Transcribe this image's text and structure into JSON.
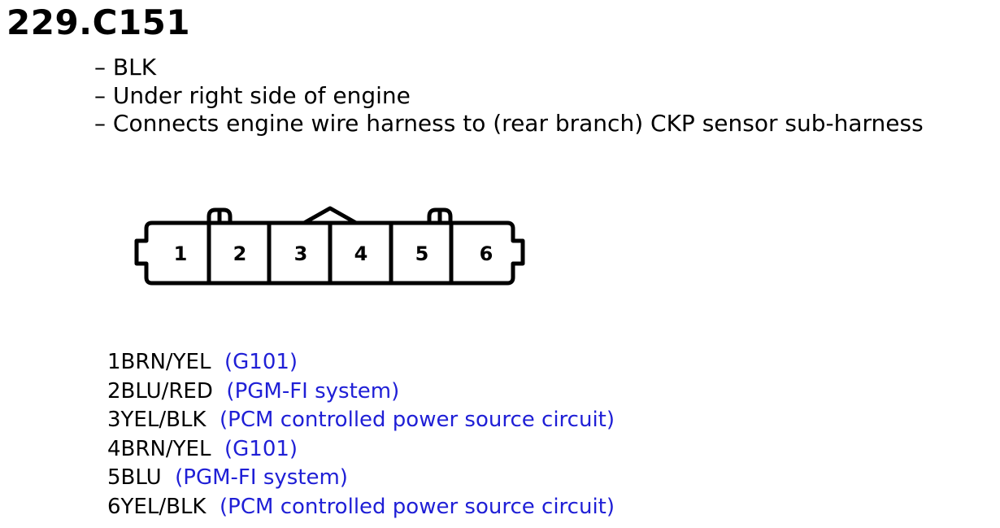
{
  "connector": {
    "id": "229.C151",
    "notes": [
      "– BLK",
      "– Under right side of engine",
      "– Connects engine wire harness to (rear branch) CKP sensor sub-harness"
    ],
    "cavities": [
      "1",
      "2",
      "3",
      "4",
      "5",
      "6"
    ]
  },
  "pins": [
    {
      "num": "1",
      "wire": "BRN/YEL",
      "circuit": "(G101)"
    },
    {
      "num": "2",
      "wire": "BLU/RED",
      "circuit": "(PGM-FI system)"
    },
    {
      "num": "3",
      "wire": "YEL/BLK",
      "circuit": "(PCM controlled power source circuit)"
    },
    {
      "num": "4",
      "wire": "BRN/YEL",
      "circuit": "(G101)"
    },
    {
      "num": "5",
      "wire": "BLU",
      "circuit": "(PGM-FI system)"
    },
    {
      "num": "6",
      "wire": "YEL/BLK",
      "circuit": "(PCM controlled power source circuit)"
    }
  ],
  "colors": {
    "circuit_text": "#1f1fd6",
    "outline": "#000000"
  }
}
